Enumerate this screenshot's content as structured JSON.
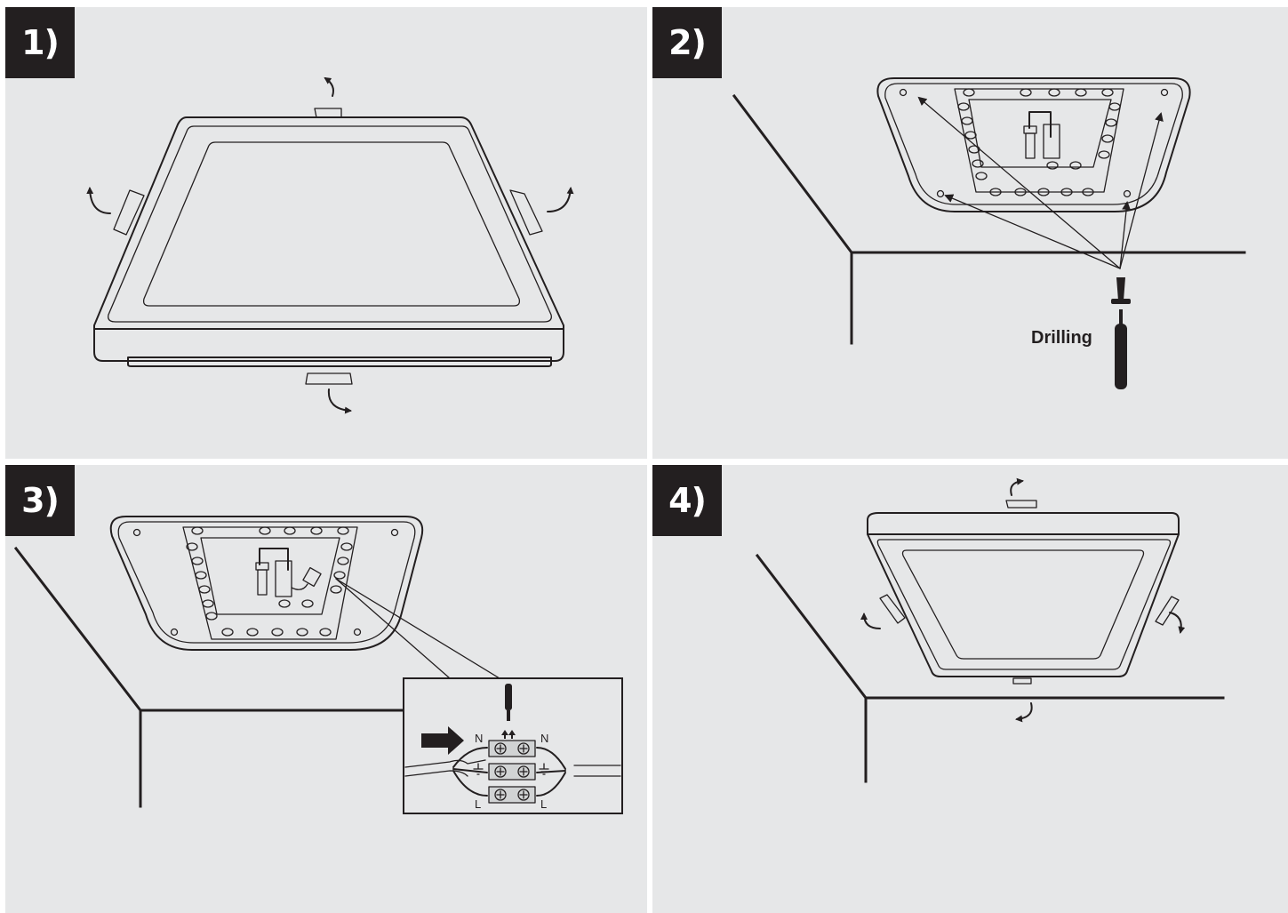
{
  "steps": [
    {
      "label": "1)"
    },
    {
      "label": "2)"
    },
    {
      "label": "3)"
    },
    {
      "label": "4)"
    }
  ],
  "step2": {
    "drilling_label": "Drilling"
  },
  "step3": {
    "terminal_labels": {
      "n_left": "N",
      "n_right": "N",
      "l_left": "L",
      "l_right": "L"
    }
  },
  "colors": {
    "panel_bg": "#e6e7e8",
    "line": "#231f20",
    "badge": "#231f20"
  }
}
